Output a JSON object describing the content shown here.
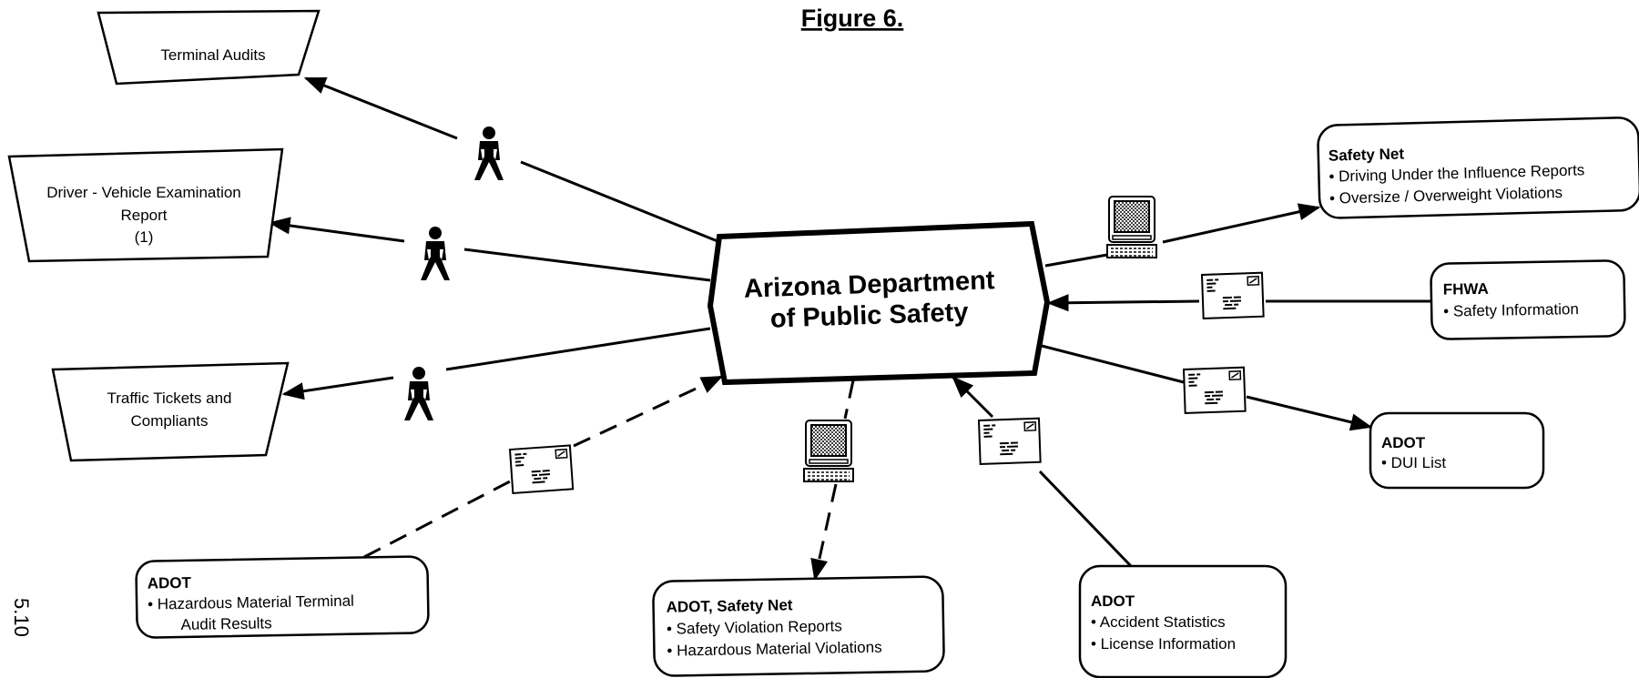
{
  "figure_title": "Figure 6.",
  "page_number": "5.10",
  "center": {
    "line1": "Arizona  Department",
    "line2": "of  Public  Safety"
  },
  "trapezoids": {
    "terminal_audits": [
      "Terminal Audits"
    ],
    "driver_vehicle": [
      "Driver - Vehicle Examination",
      "Report",
      "(1)"
    ],
    "traffic_tickets": [
      "Traffic Tickets and",
      "Compliants"
    ]
  },
  "boxes": {
    "safety_net": {
      "title": "Safety  Net",
      "items": [
        "• Driving Under the Influence Reports",
        "• Oversize / Overweight Violations"
      ]
    },
    "fhwa": {
      "title": "FHWA",
      "items": [
        "• Safety Information"
      ]
    },
    "adot_dui": {
      "title": "ADOT",
      "items": [
        "•  DUI List"
      ]
    },
    "adot_accident": {
      "title": "ADOT",
      "items": [
        "•  Accident Statistics",
        "•  License Information"
      ]
    },
    "adot_safety_net": {
      "title": "ADOT,  Safety  Net",
      "items": [
        "• Safety Violation Reports",
        "• Hazardous Material Violations"
      ]
    },
    "adot_hazmat": {
      "title": "ADOT",
      "items": [
        "• Hazardous Material Terminal",
        "Audit Results"
      ]
    }
  },
  "icons": {
    "person": "person-icon",
    "computer": "computer-icon",
    "envelope": "envelope-icon"
  }
}
